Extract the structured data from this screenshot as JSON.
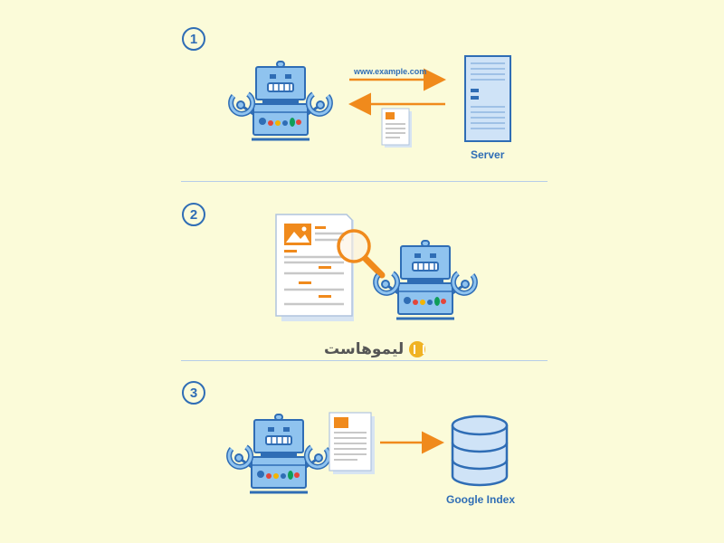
{
  "steps": [
    {
      "number": "1"
    },
    {
      "number": "2"
    },
    {
      "number": "3"
    }
  ],
  "step1": {
    "url": "www.example.com",
    "server_label": "Server"
  },
  "step3": {
    "index_label": "Google Index"
  },
  "brand": {
    "name": "لیموهاست"
  },
  "colors": {
    "background": "#fbfbd9",
    "robot_blue": "#8fc3ef",
    "outline_blue": "#2f6db5",
    "arrow_orange": "#f08a1c",
    "divider": "#b6cde8"
  }
}
